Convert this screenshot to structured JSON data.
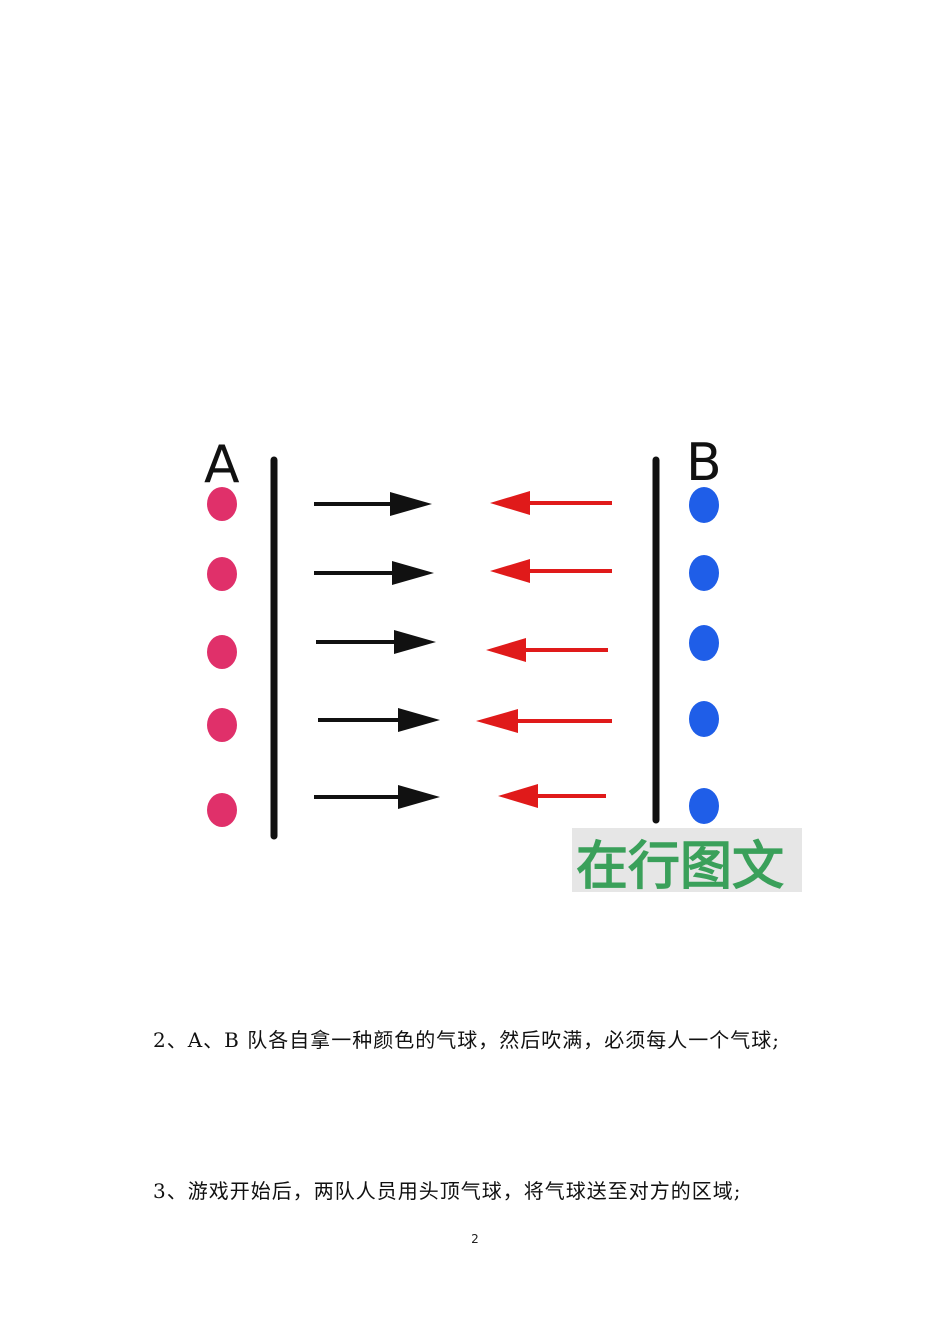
{
  "diagram": {
    "label_a": "A",
    "label_b": "B",
    "team_a_color": "#e0306a",
    "team_b_color": "#1f5ee8",
    "arrow_a_color": "#111111",
    "arrow_b_color": "#e01a1a",
    "watermark": "在行图文",
    "watermark_color": "#3aa05a"
  },
  "paragraphs": [
    "2、A、B 队各自拿一种颜色的气球，然后吹满，必须每人一个气球;",
    "3、游戏开始后，两队人员用头顶气球，将气球送至对方的区域;"
  ],
  "page_number": "2"
}
